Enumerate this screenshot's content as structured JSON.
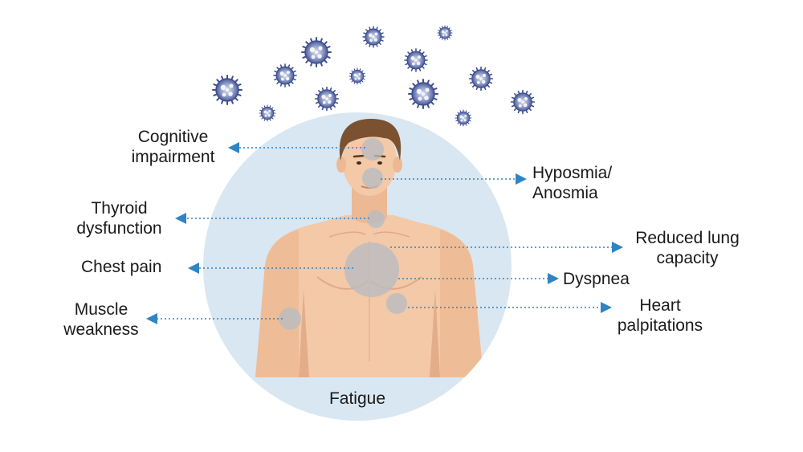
{
  "colors": {
    "circle": "#d9e7f2",
    "skin": "#f3c9a8",
    "skin_shadow": "#e4ad8a",
    "hair": "#7a5232",
    "marker": "#b9bcc0",
    "arrow": "#2e84c4",
    "virus": "#4a5a9a"
  },
  "symptoms": {
    "cognitive": [
      "Cognitive",
      "impairment"
    ],
    "thyroid": [
      "Thyroid",
      "dysfunction"
    ],
    "chest": "Chest pain",
    "muscle": [
      "Muscle",
      "weakness"
    ],
    "hyposmia": [
      "Hyposmia/",
      "Anosmia"
    ],
    "lung": [
      "Reduced lung",
      "capacity"
    ],
    "dyspnea": "Dyspnea",
    "heart": [
      "Heart",
      "palpitations"
    ],
    "fatigue": "Fatigue"
  },
  "icons": [
    "virus-icon",
    "human-torso-icon",
    "arrow-icon"
  ]
}
